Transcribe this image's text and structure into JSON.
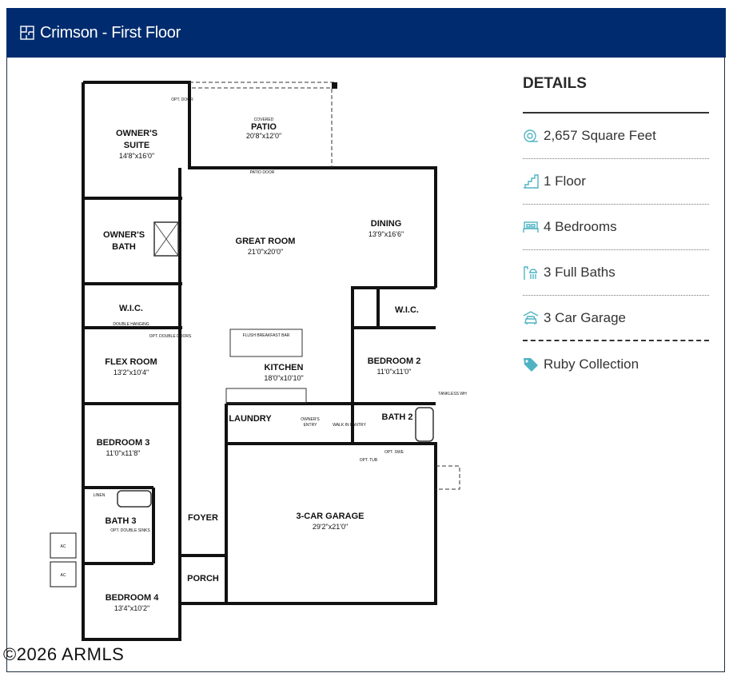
{
  "header": {
    "title": "Crimson - First Floor",
    "icon": "floorplan-icon"
  },
  "details": {
    "heading": "DETAILS",
    "items": [
      {
        "icon": "tape-measure-icon",
        "label": "2,657 Square Feet"
      },
      {
        "icon": "stairs-icon",
        "label": "1 Floor"
      },
      {
        "icon": "bed-icon",
        "label": "4 Bedrooms"
      },
      {
        "icon": "shower-icon",
        "label": "3 Full Baths"
      },
      {
        "icon": "garage-icon",
        "label": "3 Car Garage"
      },
      {
        "icon": "tag-icon",
        "label": "Ruby Collection"
      }
    ],
    "accent": "#4fb3c4"
  },
  "plan": {
    "rooms": [
      {
        "name": "OWNER'S",
        "name2": "SUITE",
        "dims": "14'8\"x16'0\""
      },
      {
        "name": "COVERED",
        "name2": "PATIO",
        "dims": "20'8\"x12'0\""
      },
      {
        "name": "GREAT ROOM",
        "dims": "21'0\"x20'0\""
      },
      {
        "name": "DINING",
        "dims": "13'9\"x16'6\""
      },
      {
        "name": "OWNER'S",
        "name2": "BATH"
      },
      {
        "name": "W.I.C."
      },
      {
        "name": "W.I.C."
      },
      {
        "name": "FLEX ROOM",
        "dims": "13'2\"x10'4\""
      },
      {
        "name": "KITCHEN",
        "dims": "18'0\"x10'10\""
      },
      {
        "name": "BEDROOM 2",
        "dims": "11'0\"x11'0\""
      },
      {
        "name": "BEDROOM 3",
        "dims": "11'0\"x11'8\""
      },
      {
        "name": "LAUNDRY"
      },
      {
        "name": "OWNER'S",
        "name2": "ENTRY"
      },
      {
        "name": "BATH 2"
      },
      {
        "name": "BATH 3"
      },
      {
        "name": "FOYER"
      },
      {
        "name": "3-CAR GARAGE",
        "dims": "29'2\"x21'0\""
      },
      {
        "name": "PORCH"
      },
      {
        "name": "BEDROOM 4",
        "dims": "13'4\"x10'2\""
      }
    ],
    "notes": [
      "PATIO DOOR",
      "OPT. DOOR",
      "FLUSH BREAKFAST BAR",
      "DOUBLE HANGING",
      "OPT. DOUBLE DOORS",
      "WALK IN PANTRY",
      "AC",
      "AC",
      "LINEN",
      "OPT. DOUBLE SINKS",
      "TANKLESS WH",
      "OPT. TUB",
      "OPT. SWE"
    ]
  },
  "watermark": "©2026 ARMLS"
}
